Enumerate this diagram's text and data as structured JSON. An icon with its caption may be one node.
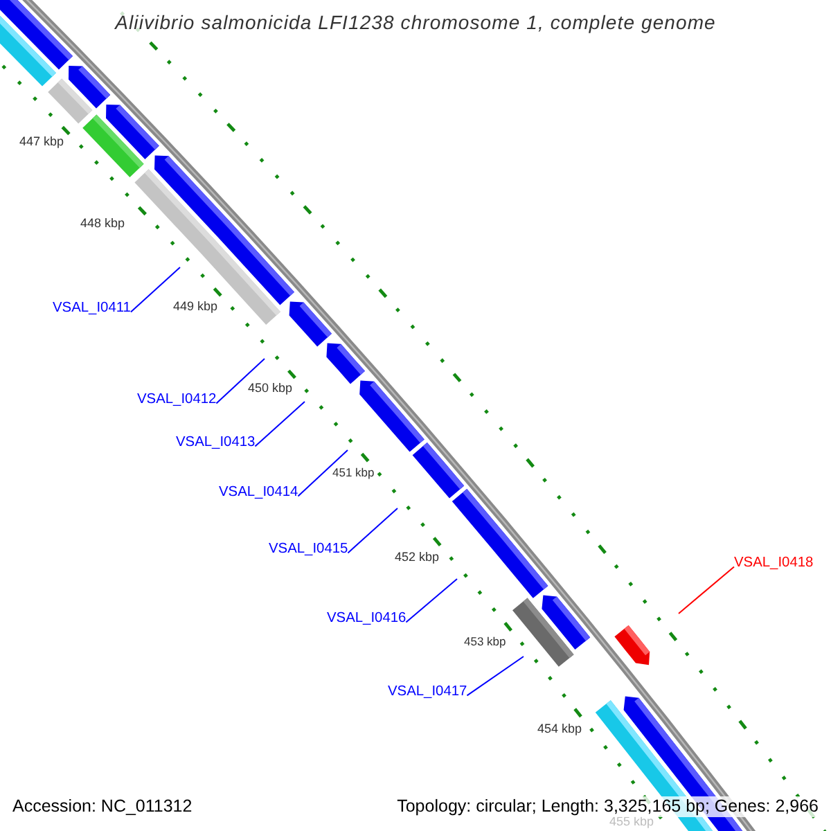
{
  "diagram": {
    "title": "Aliivibrio salmonicida LFI1238 chromosome 1, complete genome",
    "nodes": [
      {
        "text": [
          "VSAL_I0411"
        ]
      },
      {
        "text": [
          "VSAL_I0412"
        ]
      },
      {
        "text": [
          "VSAL_I0413"
        ]
      },
      {
        "text": [
          "VSAL_I0414"
        ]
      },
      {
        "text": [
          "VSAL_I0415"
        ]
      },
      {
        "text": [
          "VSAL_I0416"
        ]
      },
      {
        "text": [
          "VSAL_I0417"
        ]
      },
      {
        "text": [
          "VSAL_I0418"
        ]
      }
    ],
    "edges": [
      {
        "from": 0,
        "to": null,
        "arrow": "none"
      },
      {
        "from": 1,
        "to": null,
        "arrow": "none"
      },
      {
        "from": 2,
        "to": null,
        "arrow": "none"
      },
      {
        "from": 3,
        "to": null,
        "arrow": "none"
      },
      {
        "from": 4,
        "to": null,
        "arrow": "none"
      },
      {
        "from": 5,
        "to": null,
        "arrow": "none"
      },
      {
        "from": 6,
        "to": null,
        "arrow": "none"
      },
      {
        "from": 7,
        "to": null,
        "arrow": "none",
        "color": "#ff0000"
      }
    ],
    "labels": [
      "447 kbp",
      "448 kbp",
      "449 kbp",
      "450 kbp",
      "451 kbp",
      "452 kbp",
      "453 kbp",
      "454 kbp",
      "455 kbp",
      "Accession: NC_011312",
      "Topology: circular; Length: 3,325,165 bp; Genes: 2,966"
    ]
  }
}
